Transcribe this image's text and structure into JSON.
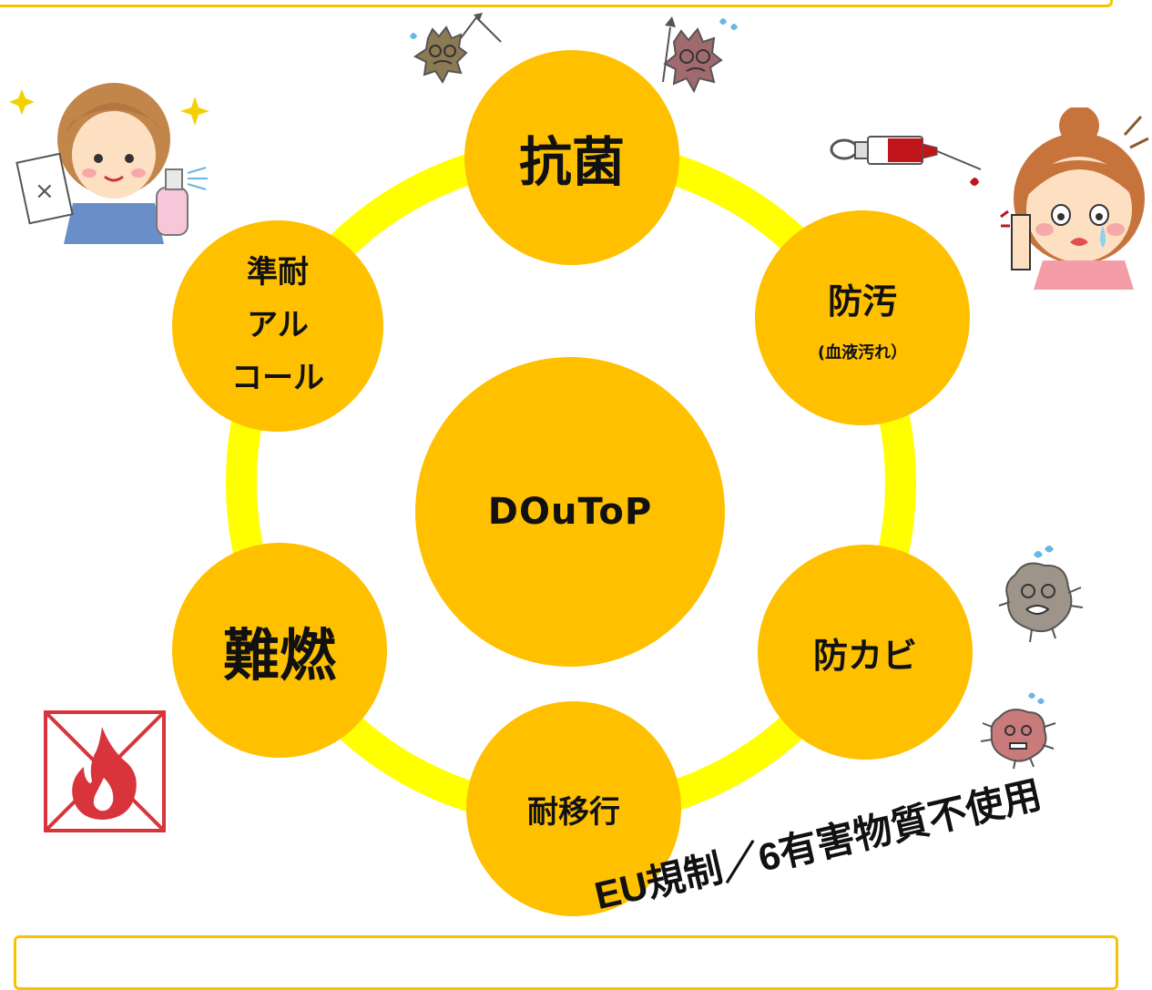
{
  "diagram": {
    "center_label": "DOuToP",
    "nodes": {
      "top": "抗菌",
      "top_right_main": "防汚",
      "top_right_sub": "(血液汚れ）",
      "bottom_right": "防カビ",
      "bottom": "耐移行",
      "bottom_left": "難燃",
      "top_left_line1": "準耐",
      "top_left_line2": "アル",
      "top_left_line3": "コール"
    }
  },
  "footer_note": "EU規制／6有害物質不使用",
  "colors": {
    "node_fill": "#ffc000",
    "ring": "#ffff00",
    "frame": "#f5c400"
  },
  "illustrations": [
    "germ-icon",
    "woman-cleaning-icon",
    "syringe-icon",
    "crying-girl-icon",
    "mold-germ-icon",
    "no-fire-icon"
  ]
}
